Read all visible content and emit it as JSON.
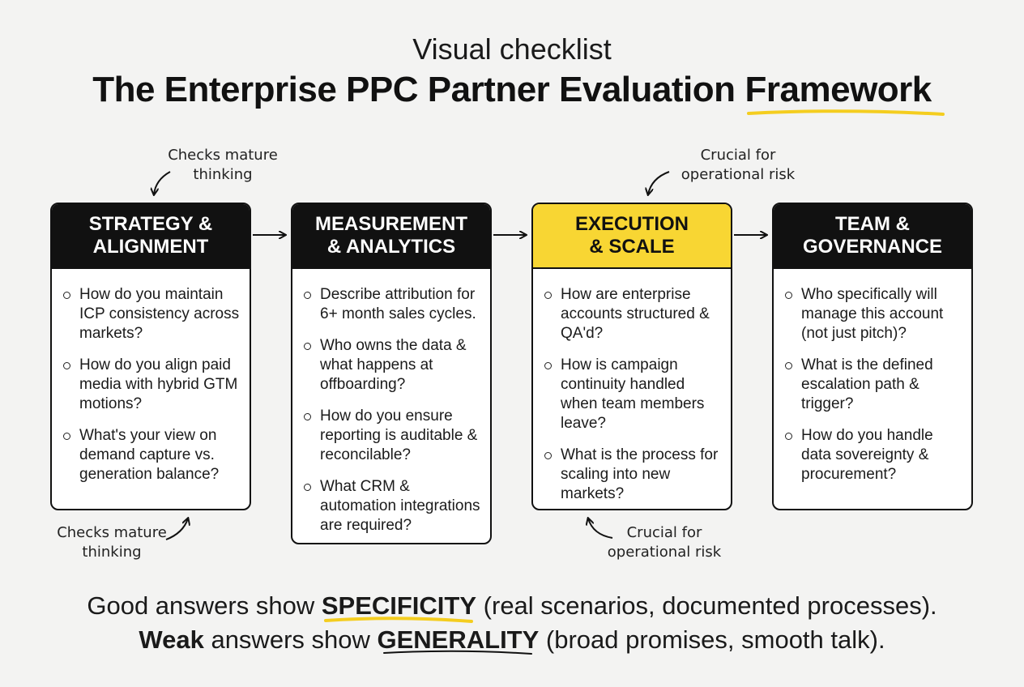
{
  "header": {
    "subtitle": "Visual checklist",
    "title_main": "The Enterprise PPC Partner Evaluation",
    "title_highlight": "Framework"
  },
  "cards": [
    {
      "title": "STRATEGY &\nALIGNMENT",
      "items": [
        "How do you maintain ICP consistency across markets?",
        "How do you align paid media with hybrid GTM motions?",
        "What's your view on demand capture vs. generation balance?"
      ]
    },
    {
      "title": "MEASUREMENT\n& ANALYTICS",
      "items": [
        "Describe attribution for 6+ month sales cycles.",
        "Who owns the data & what happens at offboarding?",
        "How do you ensure reporting is auditable & reconcilable?",
        "What CRM & automation integrations are required?"
      ]
    },
    {
      "title": "EXECUTION\n& SCALE",
      "items": [
        "How are enterprise accounts structured & QA'd?",
        "How is campaign continuity handled when team members leave?",
        "What is the process for scaling into new markets?"
      ]
    },
    {
      "title": "TEAM &\nGOVERNANCE",
      "items": [
        "Who specifically will manage this account (not just pitch)?",
        "What is the defined escalation path & trigger?",
        "How do you handle data sovereignty & procurement?"
      ]
    }
  ],
  "notes": {
    "top_left": "Checks mature\nthinking",
    "bottom_left": "Checks mature\nthinking",
    "top_right": "Crucial for\noperational risk",
    "bottom_right": "Crucial for\noperational risk"
  },
  "footer": {
    "line1_prefix": "Good answers show",
    "line1_keyword": "SPECIFICITY",
    "line1_suffix": "(real scenarios, documented processes).",
    "line2_prefix_bold": "Weak",
    "line2_middle": "answers show",
    "line2_keyword": "GENERALITY",
    "line2_suffix": "(broad promises, smooth talk)."
  },
  "colors": {
    "accent": "#f8d633",
    "ink": "#111111",
    "background": "#f3f3f2"
  }
}
